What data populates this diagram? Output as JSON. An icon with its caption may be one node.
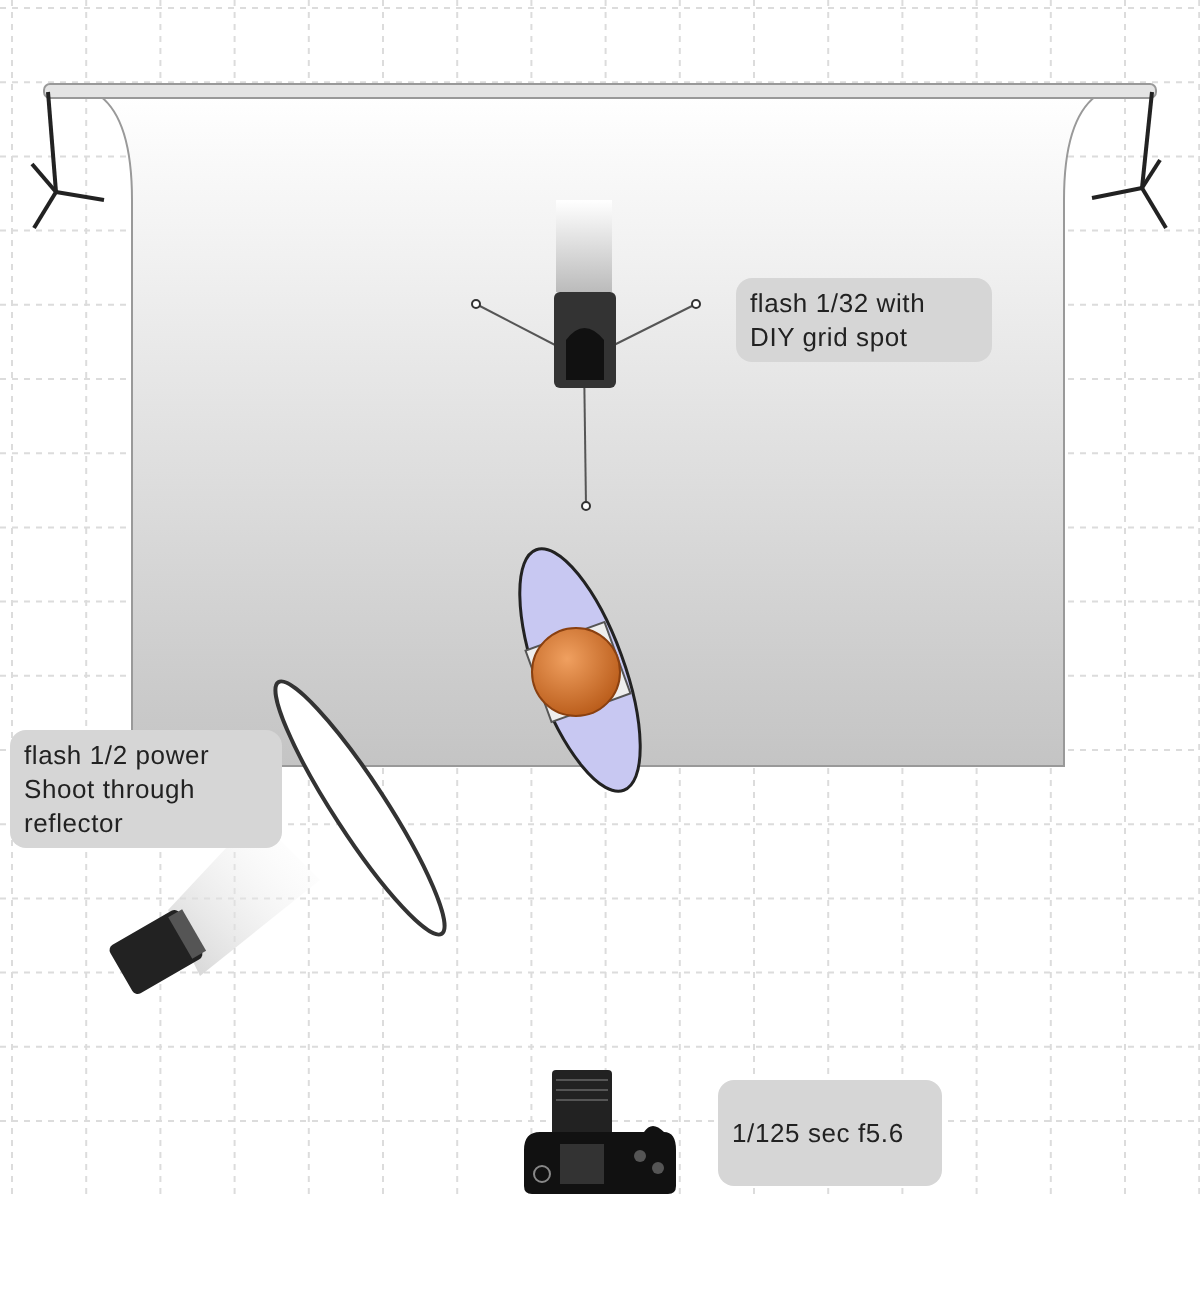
{
  "diagram": {
    "labels": [
      "flash 1/32 with DIY grid spot",
      "flash 1/2 power Shoot through reflector",
      "1/125 sec f5.6"
    ]
  }
}
